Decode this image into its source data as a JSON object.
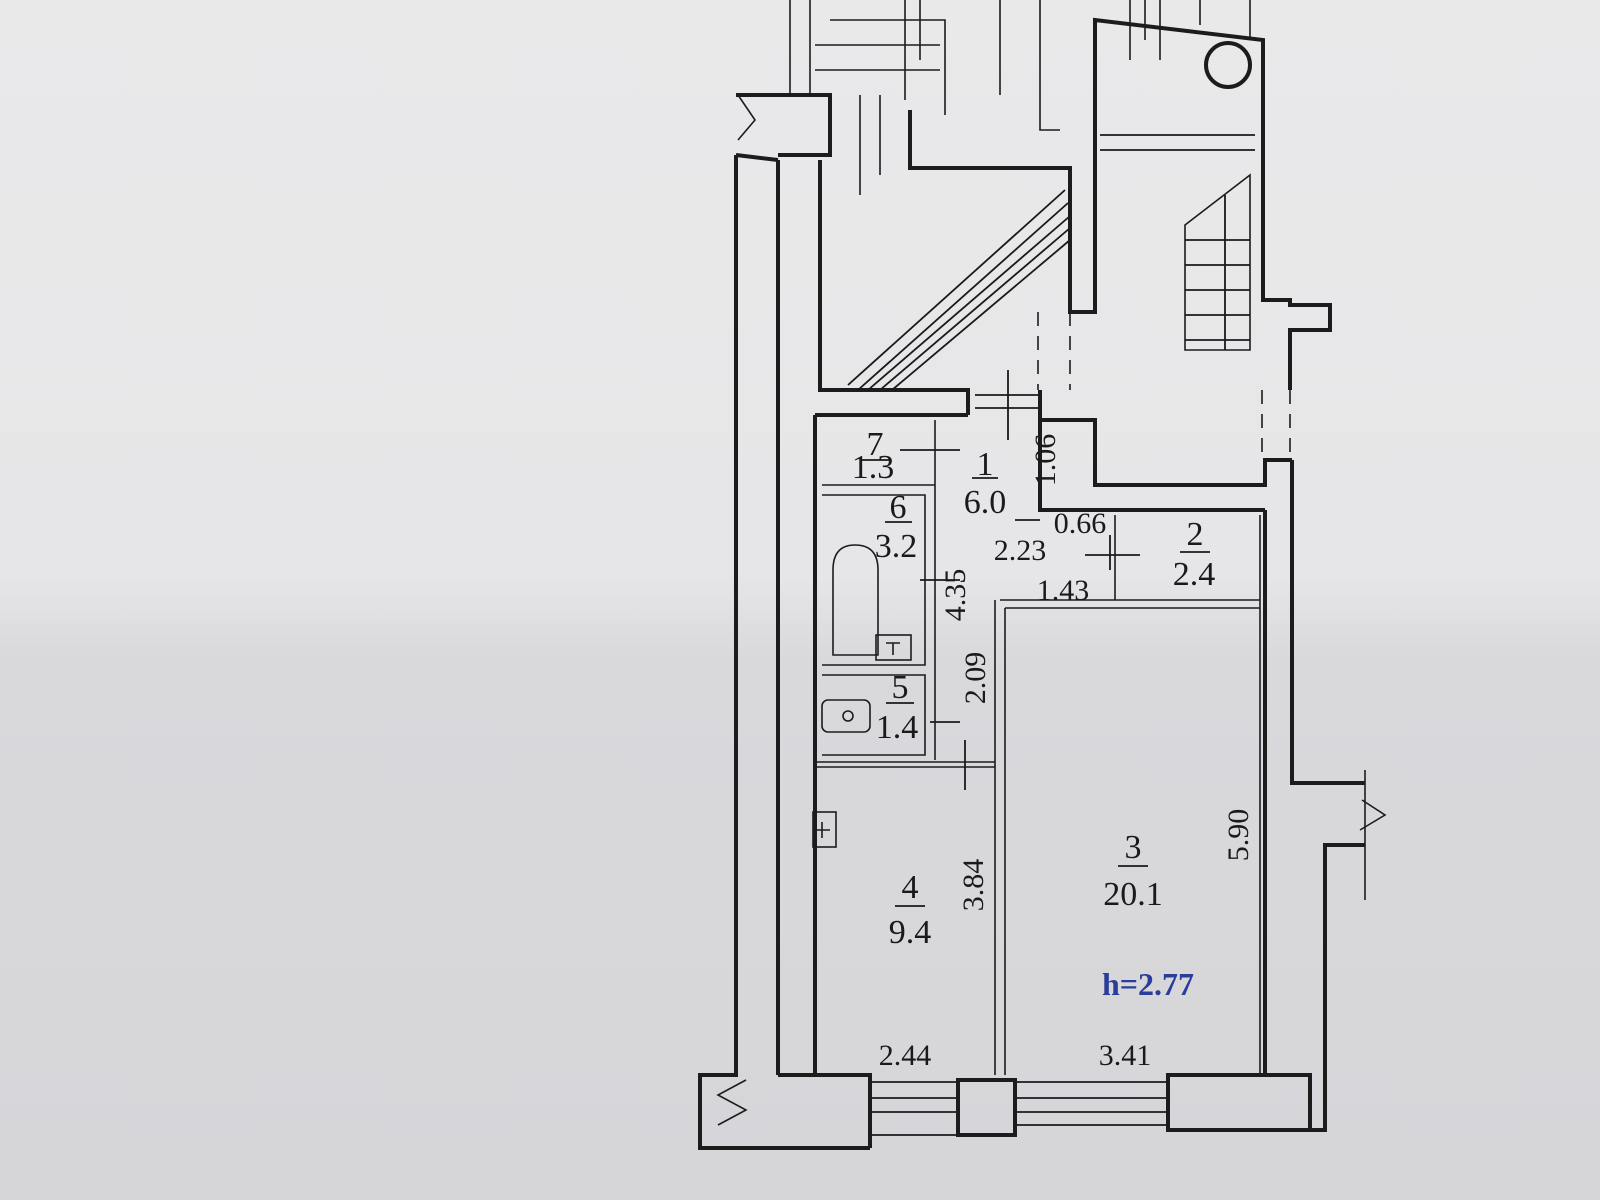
{
  "rooms": [
    {
      "id": "7",
      "area": "1.3"
    },
    {
      "id": "1",
      "area": "6.0"
    },
    {
      "id": "6",
      "area": "3.2"
    },
    {
      "id": "2",
      "area": "2.4"
    },
    {
      "id": "5",
      "area": "1.4"
    },
    {
      "id": "3",
      "area": "20.1"
    },
    {
      "id": "4",
      "area": "9.4"
    }
  ],
  "dimensions": {
    "d106": "1.06",
    "d066": "0.66",
    "d223": "2.23",
    "d143": "1.43",
    "d435": "4.35",
    "d209": "2.09",
    "d590": "5.90",
    "d384": "3.84",
    "d244": "2.44",
    "d341": "3.41"
  },
  "ceiling_height": "h=2.77",
  "colors": {
    "walls": "#1c1c1c",
    "ceiling_note": "#2a3d9a",
    "paper": "#e8e8ea"
  }
}
